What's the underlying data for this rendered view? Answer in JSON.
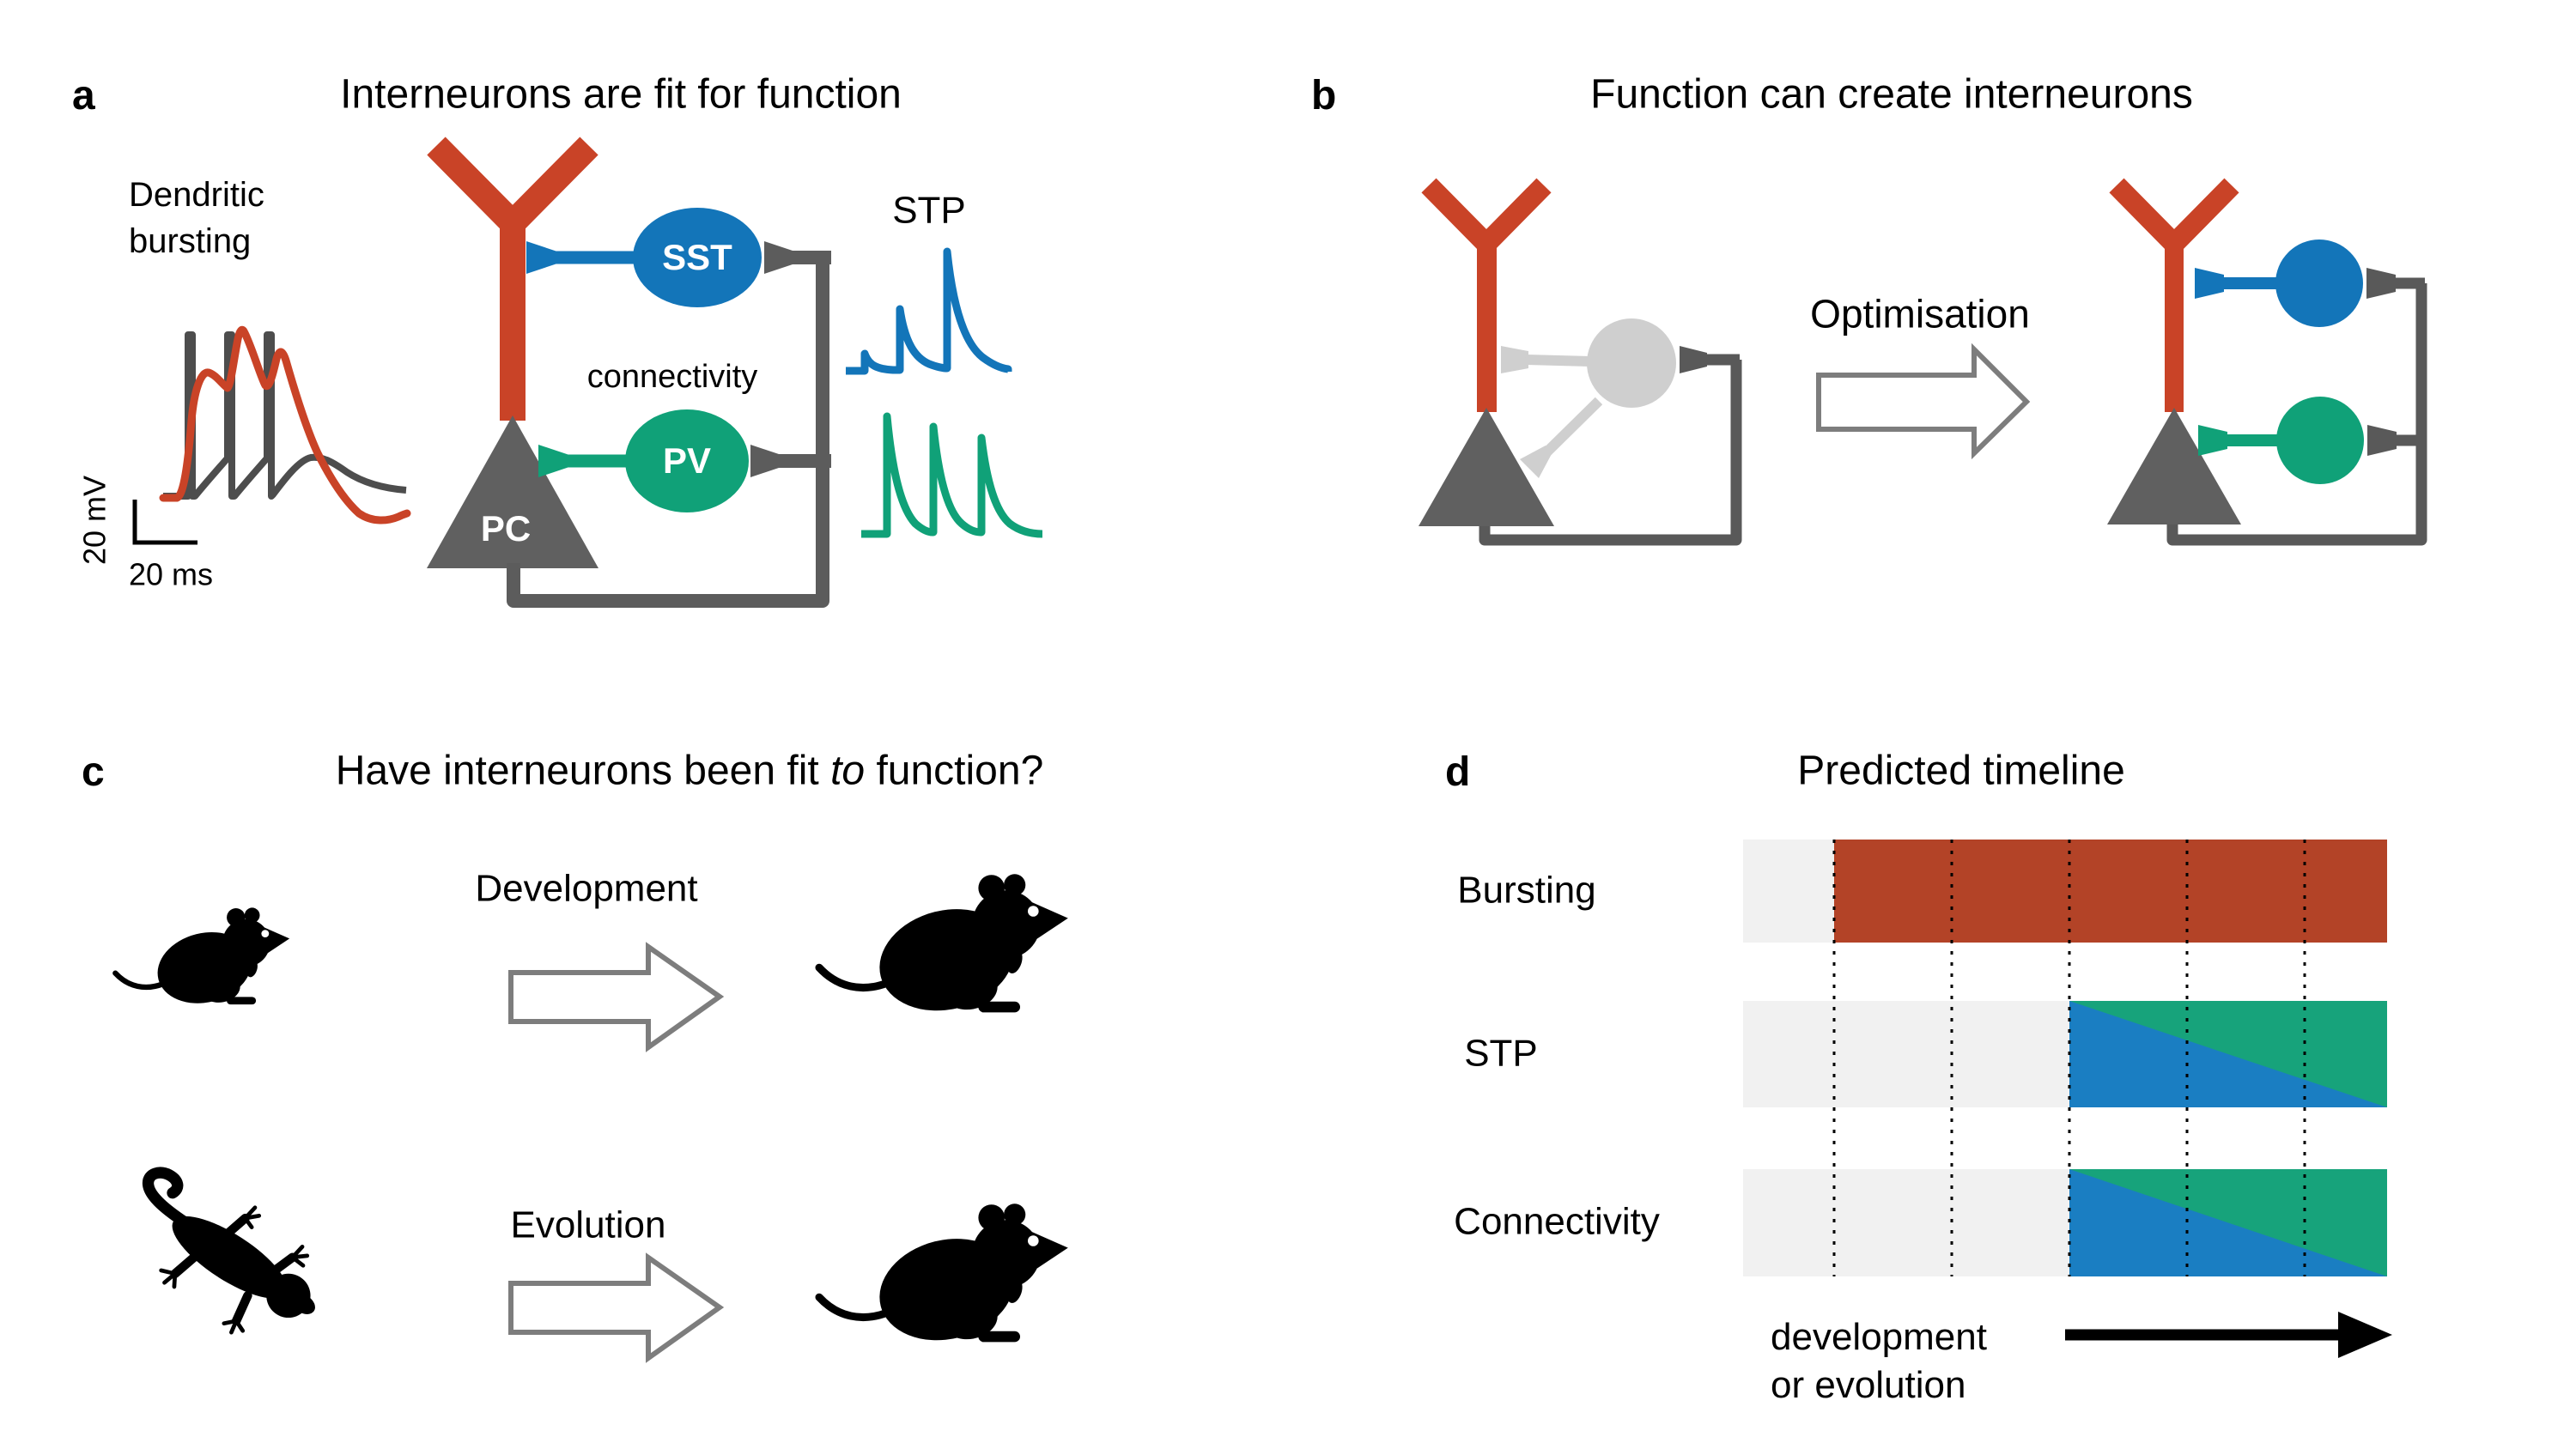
{
  "colors": {
    "pyramidal_red": "#C94327",
    "timeline_red": "#B34327",
    "sst_blue": "#1375B9",
    "timeline_blue": "#1A7EC2",
    "pv_green": "#10A178",
    "timeline_green": "#17A37B",
    "wire_gray": "#5C5C5C",
    "soma_gray": "#606060",
    "inactive_gray": "#CFCFCF",
    "strip_gray": "#F1F1F1",
    "trace_gray": "#4D4D4D",
    "arrow_outline_gray": "#7D7D7D",
    "silhouette_black": "#000000"
  },
  "panel_a": {
    "letter": "a",
    "title": "Interneurons are fit for function",
    "dendritic_label": [
      "Dendritic",
      "bursting"
    ],
    "scale_bar_v": "20 mV",
    "scale_bar_h": "20 ms",
    "pc_label": "PC",
    "sst_label": "SST",
    "pv_label": "PV",
    "connectivity_label": "connectivity",
    "stp_label": "STP"
  },
  "panel_b": {
    "letter": "b",
    "title": "Function can create interneurons",
    "arrow_label": "Optimisation"
  },
  "panel_c": {
    "letter": "c",
    "title_prefix": "Have interneurons been fit ",
    "title_italic": "to",
    "title_suffix": " function?",
    "development_label": "Development",
    "evolution_label": "Evolution"
  },
  "panel_d": {
    "letter": "d",
    "title": "Predicted timeline",
    "row_labels": [
      "Bursting",
      "STP",
      "Connectivity"
    ],
    "axis_label": [
      "development",
      "or evolution"
    ]
  },
  "chart_data": {
    "type": "bar",
    "subtype": "timeline-gantt",
    "title": "Predicted timeline",
    "categories": [
      "Bursting",
      "STP",
      "Connectivity"
    ],
    "xlabel": "development or evolution",
    "x_range_frac": [
      0,
      1
    ],
    "gridlines_frac": [
      0.141,
      0.324,
      0.507,
      0.689,
      0.872
    ],
    "gridline_style": "dotted vertical black lines",
    "series": [
      {
        "name": "Bursting",
        "start_frac": 0.141,
        "end_frac": 1.0,
        "fill": "timeline_red",
        "meaning": "dendritic bursting emerges early in development/evolution"
      },
      {
        "name": "STP",
        "start_frac": 0.507,
        "end_frac": 1.0,
        "fill": [
          "timeline_blue",
          "timeline_green"
        ],
        "split": "diagonal top-left to bottom-right, blue lower-left, green upper-right",
        "meaning": "short-term plasticity emerges late"
      },
      {
        "name": "Connectivity",
        "start_frac": 0.507,
        "end_frac": 1.0,
        "fill": [
          "timeline_blue",
          "timeline_green"
        ],
        "split": "diagonal top-left to bottom-right, blue lower-left, green upper-right",
        "meaning": "connectivity pattern emerges late"
      }
    ],
    "background_strip": "light gray full-width strips behind each row",
    "arrow": "black rightward time arrow below rows"
  }
}
